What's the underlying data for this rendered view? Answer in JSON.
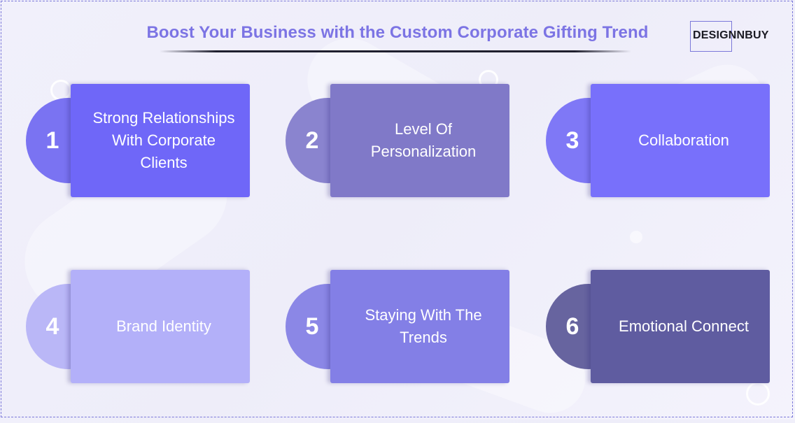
{
  "header": {
    "title": "Boost Your Business with the Custom Corporate Gifting Trend",
    "logo": "DESIGNNBUY"
  },
  "items": [
    {
      "number": "1",
      "label": "Strong Relationships With Corporate Clients",
      "color": "#6f67f8",
      "circle_color": "#7a73f2"
    },
    {
      "number": "2",
      "label": "Level Of Personalization",
      "color": "#8079c8",
      "circle_color": "#8a84cf"
    },
    {
      "number": "3",
      "label": "Collaboration",
      "color": "#7870fb",
      "circle_color": "#7f78f6"
    },
    {
      "number": "4",
      "label": "Brand Identity",
      "color": "#b3b0f9",
      "circle_color": "#bab7f7"
    },
    {
      "number": "5",
      "label": "Staying With The Trends",
      "color": "#837fe6",
      "circle_color": "#8b87e6"
    },
    {
      "number": "6",
      "label": "Emotional Connect",
      "color": "#5f5ca0",
      "circle_color": "#67649f"
    }
  ]
}
